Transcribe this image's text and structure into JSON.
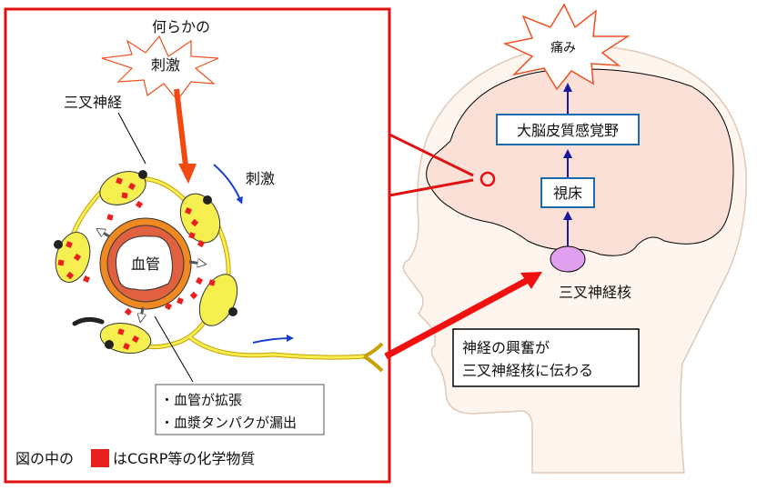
{
  "left_panel": {
    "stimulus_top_line1": "何らかの",
    "stimulus_top_line2": "刺激",
    "trigeminal_label": "三叉神経",
    "stimulus_side": "刺激",
    "vessel_label": "血管",
    "effects": [
      "・血管が拡張",
      "・血漿タンパクが漏出"
    ],
    "legend_prefix": "図の中の",
    "legend_suffix": "はCGRP等の化学物質"
  },
  "right_panel": {
    "pain_label": "痛み",
    "cortex_label": "大脳皮質感覚野",
    "thalamus_label": "視床",
    "nucleus_label": "三叉神経核",
    "transmission_line1": "神経の興奮が",
    "transmission_line2": "三叉神経核に伝わる"
  },
  "colors": {
    "frame_red": "#e01010",
    "starburst_orange": "#f05020",
    "neuron_yellow": "#f5f050",
    "neuron_stroke": "#d8a800",
    "cgrp_red": "#e82020",
    "vessel_outer": "#f08a20",
    "vessel_inner": "#e06040",
    "arrow_blue": "#1a3fd0",
    "path_arrow": "#1a1aa0",
    "box_blue": "#1a6ab0",
    "head_fill": "#fdf5ee",
    "head_stroke": "#e0c8b8",
    "brain_fill": "#fbe0d8",
    "nucleus_fill": "#e0a0f0"
  }
}
